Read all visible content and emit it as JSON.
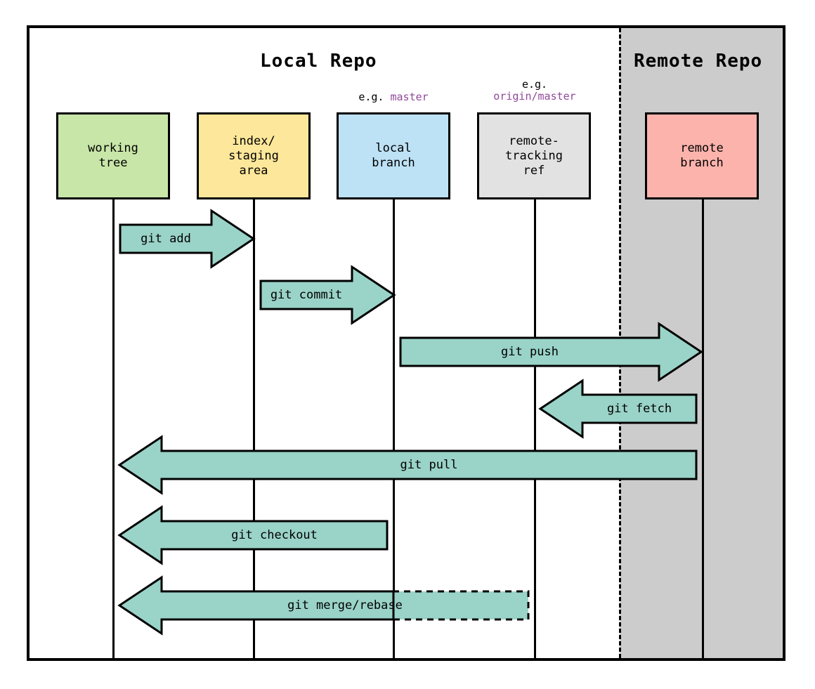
{
  "diagram": {
    "zones": {
      "local": {
        "title": "Local Repo"
      },
      "remote": {
        "title": "Remote Repo"
      }
    },
    "captions": {
      "local_branch": {
        "prefix": "e.g. ",
        "ref": "master"
      },
      "remote_tracking": {
        "prefix": "e.g.\n",
        "ref": "origin/master"
      }
    },
    "nodes": [
      {
        "id": "working-tree",
        "label": "working\ntree",
        "color": "#c8e6a8"
      },
      {
        "id": "index",
        "label": "index/\nstaging\narea",
        "color": "#fde79a"
      },
      {
        "id": "local-branch",
        "label": "local\nbranch",
        "color": "#bde1f5"
      },
      {
        "id": "remote-tracking",
        "label": "remote-\ntracking\nref",
        "color": "#e2e2e2"
      },
      {
        "id": "remote-branch",
        "label": "remote\nbranch",
        "color": "#fcb3ac"
      }
    ],
    "arrows": [
      {
        "id": "git-add",
        "label": "git add",
        "direction": "right",
        "from": "working-tree",
        "to": "index"
      },
      {
        "id": "git-commit",
        "label": "git commit",
        "direction": "right",
        "from": "index",
        "to": "local-branch"
      },
      {
        "id": "git-push",
        "label": "git push",
        "direction": "right",
        "from": "local-branch",
        "to": "remote-branch"
      },
      {
        "id": "git-fetch",
        "label": "git fetch",
        "direction": "left",
        "from": "remote-branch",
        "to": "remote-tracking"
      },
      {
        "id": "git-pull",
        "label": "git pull",
        "direction": "left",
        "from": "remote-branch",
        "to": "working-tree"
      },
      {
        "id": "git-checkout",
        "label": "git checkout",
        "direction": "left",
        "from": "local-branch",
        "to": "working-tree"
      },
      {
        "id": "git-merge-rebase",
        "label": "git merge/rebase",
        "direction": "left",
        "from": "remote-tracking",
        "to": "working-tree"
      }
    ],
    "colors": {
      "arrow_fill": "#9ad3c8",
      "arrow_stroke": "#000000",
      "remote_zone": "#cccccc",
      "ref_text": "#91489b",
      "frame": "#000000"
    }
  }
}
